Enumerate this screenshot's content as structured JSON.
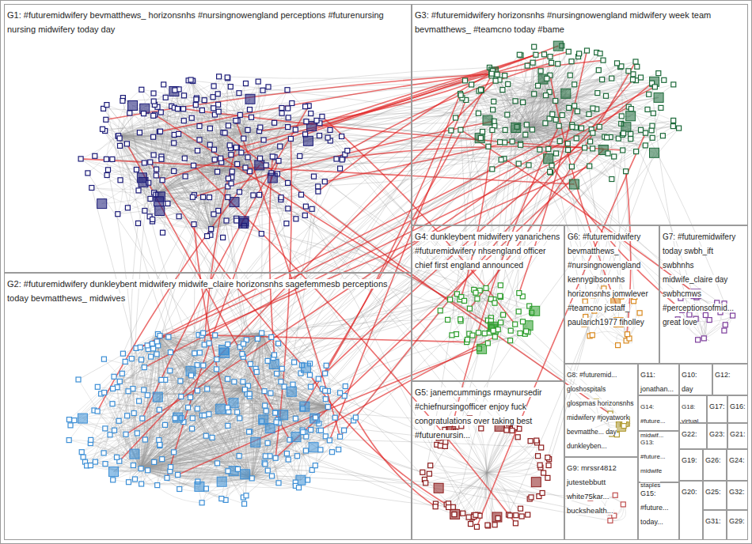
{
  "diagram": {
    "nodes": [
      {
        "text": [
          "G1: #futuremidwifery bevmatthews_ horizonsnhs #nursingnowengland perceptions #futurenursing nursing midwifery today day"
        ]
      },
      {
        "text": [
          "G3: #futuremidwifery horizonsnhs #nursingnowengland midwifery week team bevmatthews_ #teamcno today #bame"
        ]
      },
      {
        "text": [
          "G2: #futuremidwifery dunkleybent midwifery midwife_claire horizonsnhs sagefemmesb perceptions today bevmatthews_ midwives"
        ]
      },
      {
        "text": [
          "G4: dunkleybent midwifery yanarichens #futuremidwifery nhsengland officer chief first england announced"
        ]
      },
      {
        "text": [
          "G6: #futuremidwifery bevmatthews_ #nursingnowengland kennygibsonnhs horizonsnhs jomwlever #teamcno jcstaff_ paularich1977 fiholley"
        ]
      },
      {
        "text": [
          "G7: #futuremidwifery today swbh_ift swbhnhs midwife_claire day swbhcmws #perceptionsofmid... great love"
        ]
      },
      {
        "text": [
          "G5: janemcummings rmaynursedir #chiefnursingofficer enjoy fuck congratulations over taking best #futurenursin..."
        ]
      },
      {
        "text": [
          "G8: #futuremid... gloshospitals glospmas horizonsnhs midwifery #joyatwork bevmatthe... day dunkleyben..."
        ]
      },
      {
        "text": [
          "G11: jonathan..."
        ]
      },
      {
        "text": [
          "G10: day"
        ]
      },
      {
        "text": [
          "G12:"
        ]
      },
      {
        "text": [
          "G14: #future... midwif..."
        ]
      },
      {
        "text": [
          "G18: virtual"
        ]
      },
      {
        "text": [
          "G17:"
        ]
      },
      {
        "text": [
          "G16:"
        ]
      },
      {
        "text": [
          "G13: #future... midwife staples"
        ]
      },
      {
        "text": [
          "G22:"
        ]
      },
      {
        "text": [
          "G23:"
        ]
      },
      {
        "text": [
          "G21:"
        ]
      },
      {
        "text": [
          "G19:"
        ]
      },
      {
        "text": [
          "G26:"
        ]
      },
      {
        "text": [
          "G24:"
        ]
      },
      {
        "text": [
          "G9: mrssr4812 jutestebbutt white75kar... buckshealth..."
        ]
      },
      {
        "text": [
          "G15: #future... today..."
        ]
      },
      {
        "text": [
          "G20:"
        ]
      },
      {
        "text": [
          "G25:"
        ]
      },
      {
        "text": [
          "G32:"
        ]
      },
      {
        "text": [
          "G31:"
        ]
      },
      {
        "text": [
          "G29:"
        ]
      }
    ]
  }
}
